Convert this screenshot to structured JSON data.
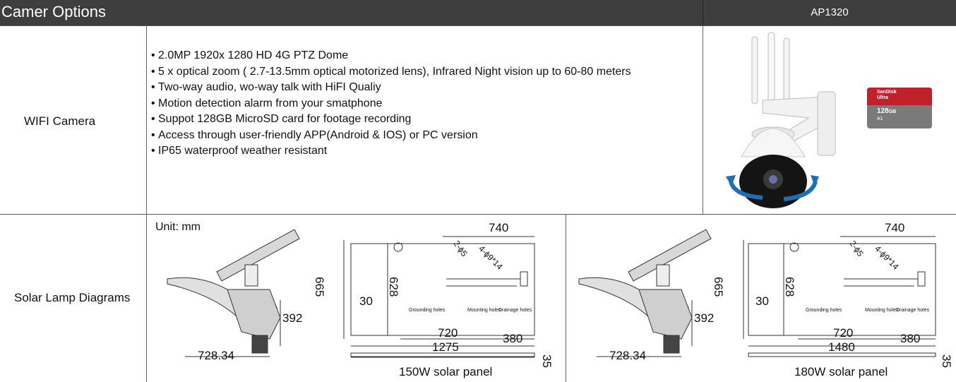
{
  "header": {
    "title": "Camer Options",
    "model": "AP1320"
  },
  "wifi": {
    "label": "WIFI Camera",
    "features": [
      "2.0MP 1920x 1280 HD 4G PTZ Dome",
      "5 x optical zoom ( 2.7-13.5mm optical motorized lens), Infrared Night vision up to 60-80 meters",
      "Two-way audio, wo-way talk with HiFI Qualiy",
      "Motion detection alarm from your smatphone",
      "Suppot 128GB MicroSD card for footage recording",
      "Access through user-friendly APP(Android & IOS) or PC version",
      "IP65 waterproof weather resistant"
    ],
    "sd_card": {
      "brand": "SanDisk",
      "line": "Ultra",
      "capacity": "128",
      "unit": "GB",
      "class": "A1"
    }
  },
  "solar": {
    "label": "Solar Lamp Diagrams",
    "unit": "Unit: mm",
    "left": {
      "height": "392",
      "width": "728.34",
      "top": "740",
      "side": "665",
      "inner": "628",
      "margin": "30",
      "b1": "720",
      "b2": "380",
      "total": "1275",
      "thick": "35",
      "hole1": "2-ϕ5",
      "hole2": "4-ϕ9*14",
      "g": "Grounding holes",
      "m": "Mounting holes",
      "d": "Drainage holes",
      "caption": "150W solar panel"
    },
    "right": {
      "height": "392",
      "width": "728.34",
      "top": "740",
      "side": "665",
      "inner": "628",
      "margin": "30",
      "b1": "720",
      "b2": "380",
      "total": "1480",
      "thick": "35",
      "hole1": "2-ϕ5",
      "hole2": "4-ϕ9*14",
      "g": "Grounding holes",
      "m": "Mounting holes",
      "d": "Drainage holes",
      "caption": "180W solar panel"
    }
  },
  "colors": {
    "header_bg": "#3e3e3e",
    "line": "#555555",
    "camera_ring": "#1f6fb4",
    "card_red": "#c0202a"
  }
}
